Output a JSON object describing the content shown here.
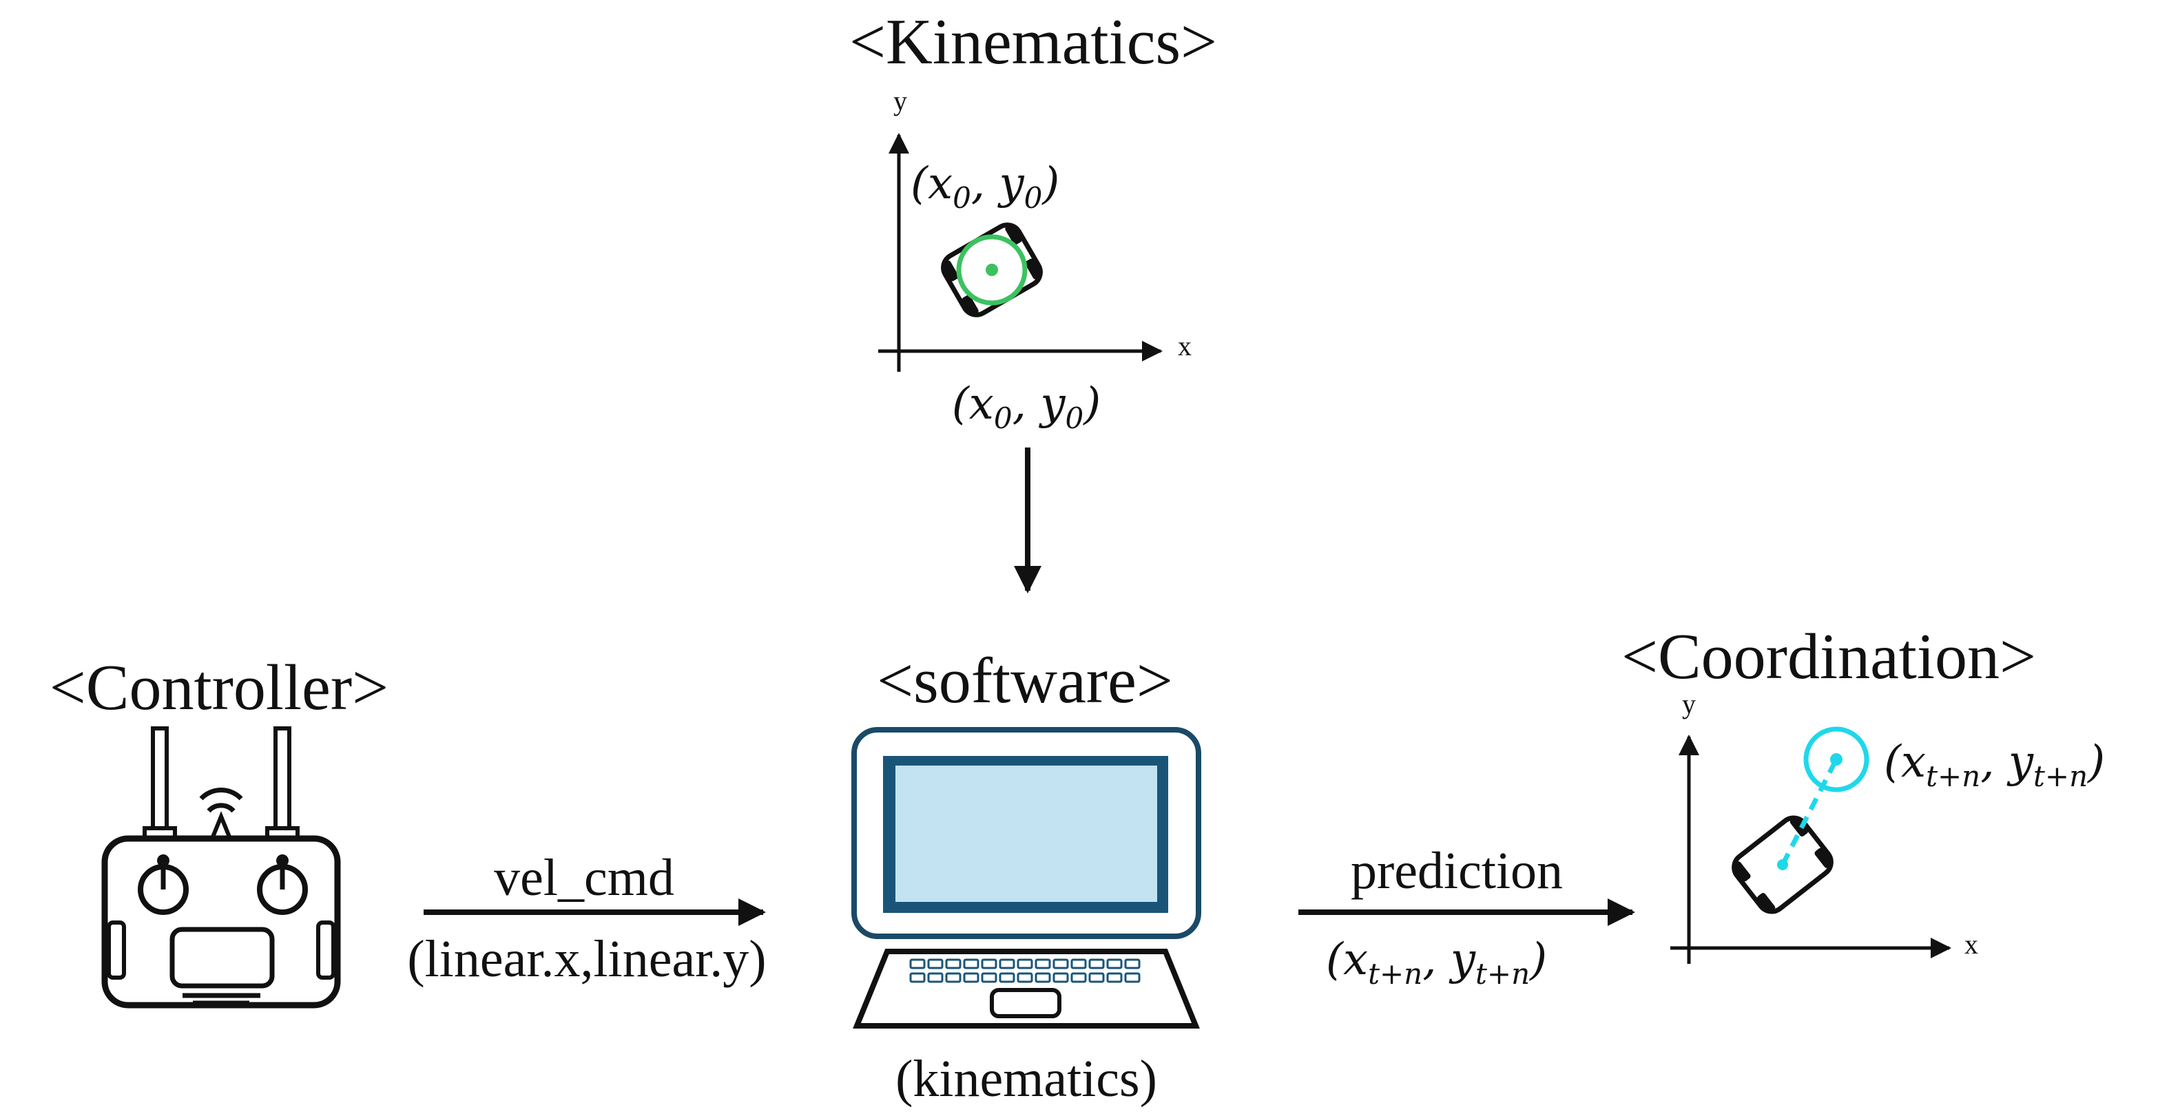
{
  "titles": {
    "kinematics": "<Kinematics>",
    "controller": "<Controller>",
    "software": "<software>",
    "coordination": "<Coordination>"
  },
  "axes": {
    "x": "x",
    "y": "y"
  },
  "kinematics_plot": {
    "point_label": "(x0, y0)",
    "output_label": "(x0, y0)",
    "marker_color": "#3cc160"
  },
  "edges": {
    "controller_to_software": {
      "label": "vel_cmd",
      "sublabel": "(linear.x,linear.y)"
    },
    "software_to_coordination": {
      "label": "prediction",
      "sublabel": "(xt+n, yt+n)"
    }
  },
  "software": {
    "caption": "(kinematics)",
    "screen_color": "#c3e3f2",
    "frame_color": "#1a4a68"
  },
  "coordination_plot": {
    "point_label": "(xt+n, yt+n)",
    "marker_color": "#1ed8ea"
  },
  "colors": {
    "stroke": "#111111",
    "screen_border": "#1a5578"
  }
}
